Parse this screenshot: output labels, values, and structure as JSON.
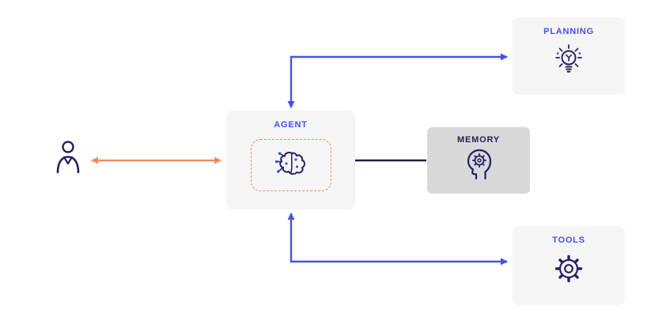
{
  "colors": {
    "blue": "#4353e8",
    "orange": "#f5885c",
    "navy": "#262262",
    "line_dark": "#20204a",
    "box_bg": "#f5f5f6",
    "memory_bg": "#d9d9da",
    "canvas_bg": "#ffffff"
  },
  "nodes": {
    "agent": {
      "label": "AGENT",
      "icon": "brain-circuit-icon"
    },
    "planning": {
      "label": "PLANNING",
      "icon": "lightbulb-icon"
    },
    "memory": {
      "label": "MEMORY",
      "icon": "head-gear-icon"
    },
    "tools": {
      "label": "TOOLS",
      "icon": "gear-icon"
    },
    "user": {
      "icon": "person-icon"
    }
  },
  "edges": [
    {
      "id": "user-agent",
      "type": "bidirectional-arrow",
      "color": "orange"
    },
    {
      "id": "agent-planning",
      "type": "bidirectional-elbow-arrow",
      "color": "blue"
    },
    {
      "id": "agent-memory",
      "type": "line",
      "color": "dark-navy"
    },
    {
      "id": "agent-tools",
      "type": "bidirectional-elbow-arrow",
      "color": "blue"
    }
  ]
}
